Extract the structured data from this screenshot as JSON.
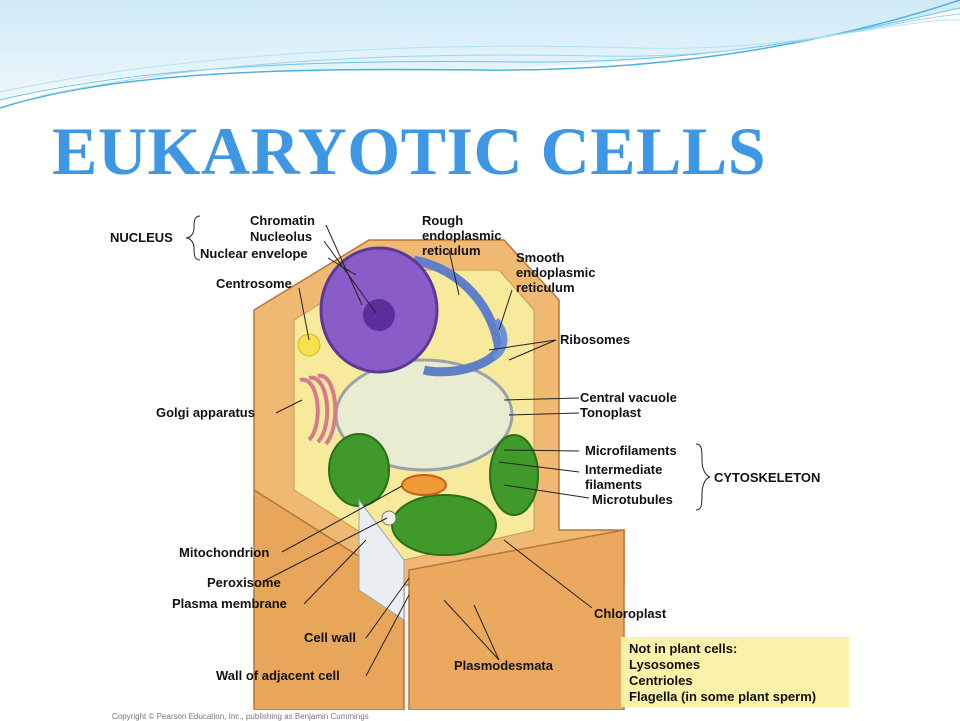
{
  "slide": {
    "title": "EUKARYOTIC CELLS",
    "copyright": "Copyright © Pearson Education, Inc., publishing as Benjamin Cummings"
  },
  "labels": {
    "nucleus": "NUCLEUS",
    "chromatin": "Chromatin",
    "nucleolus": "Nucleolus",
    "nuclear_envelope": "Nuclear envelope",
    "centrosome": "Centrosome",
    "golgi": "Golgi apparatus",
    "rough_er": [
      "Rough",
      "endoplasmic",
      "reticulum"
    ],
    "smooth_er": [
      "Smooth",
      "endoplasmic",
      "reticulum"
    ],
    "ribosomes": "Ribosomes",
    "central_vacuole": "Central vacuole",
    "tonoplast": "Tonoplast",
    "microfilaments": "Microfilaments",
    "intermediate_filaments": [
      "Intermediate",
      "filaments"
    ],
    "microtubules": "Microtubules",
    "cytoskeleton": "CYTOSKELETON",
    "mitochondrion": "Mitochondrion",
    "peroxisome": "Peroxisome",
    "plasma_membrane": "Plasma membrane",
    "cell_wall": "Cell wall",
    "wall_adjacent": "Wall of adjacent cell",
    "chloroplast": "Chloroplast",
    "plasmodesmata": "Plasmodesmata"
  },
  "note": {
    "heading": "Not in plant cells:",
    "items": [
      "Lysosomes",
      "Centrioles",
      "Flagella (in some plant sperm)"
    ]
  },
  "colors": {
    "title": "#3d97e3",
    "note_background": "#f9f2a8",
    "cell_wall": "#e8a65a",
    "nucleus": "#8a5cc8",
    "chloroplast": "#3f9a2a"
  }
}
